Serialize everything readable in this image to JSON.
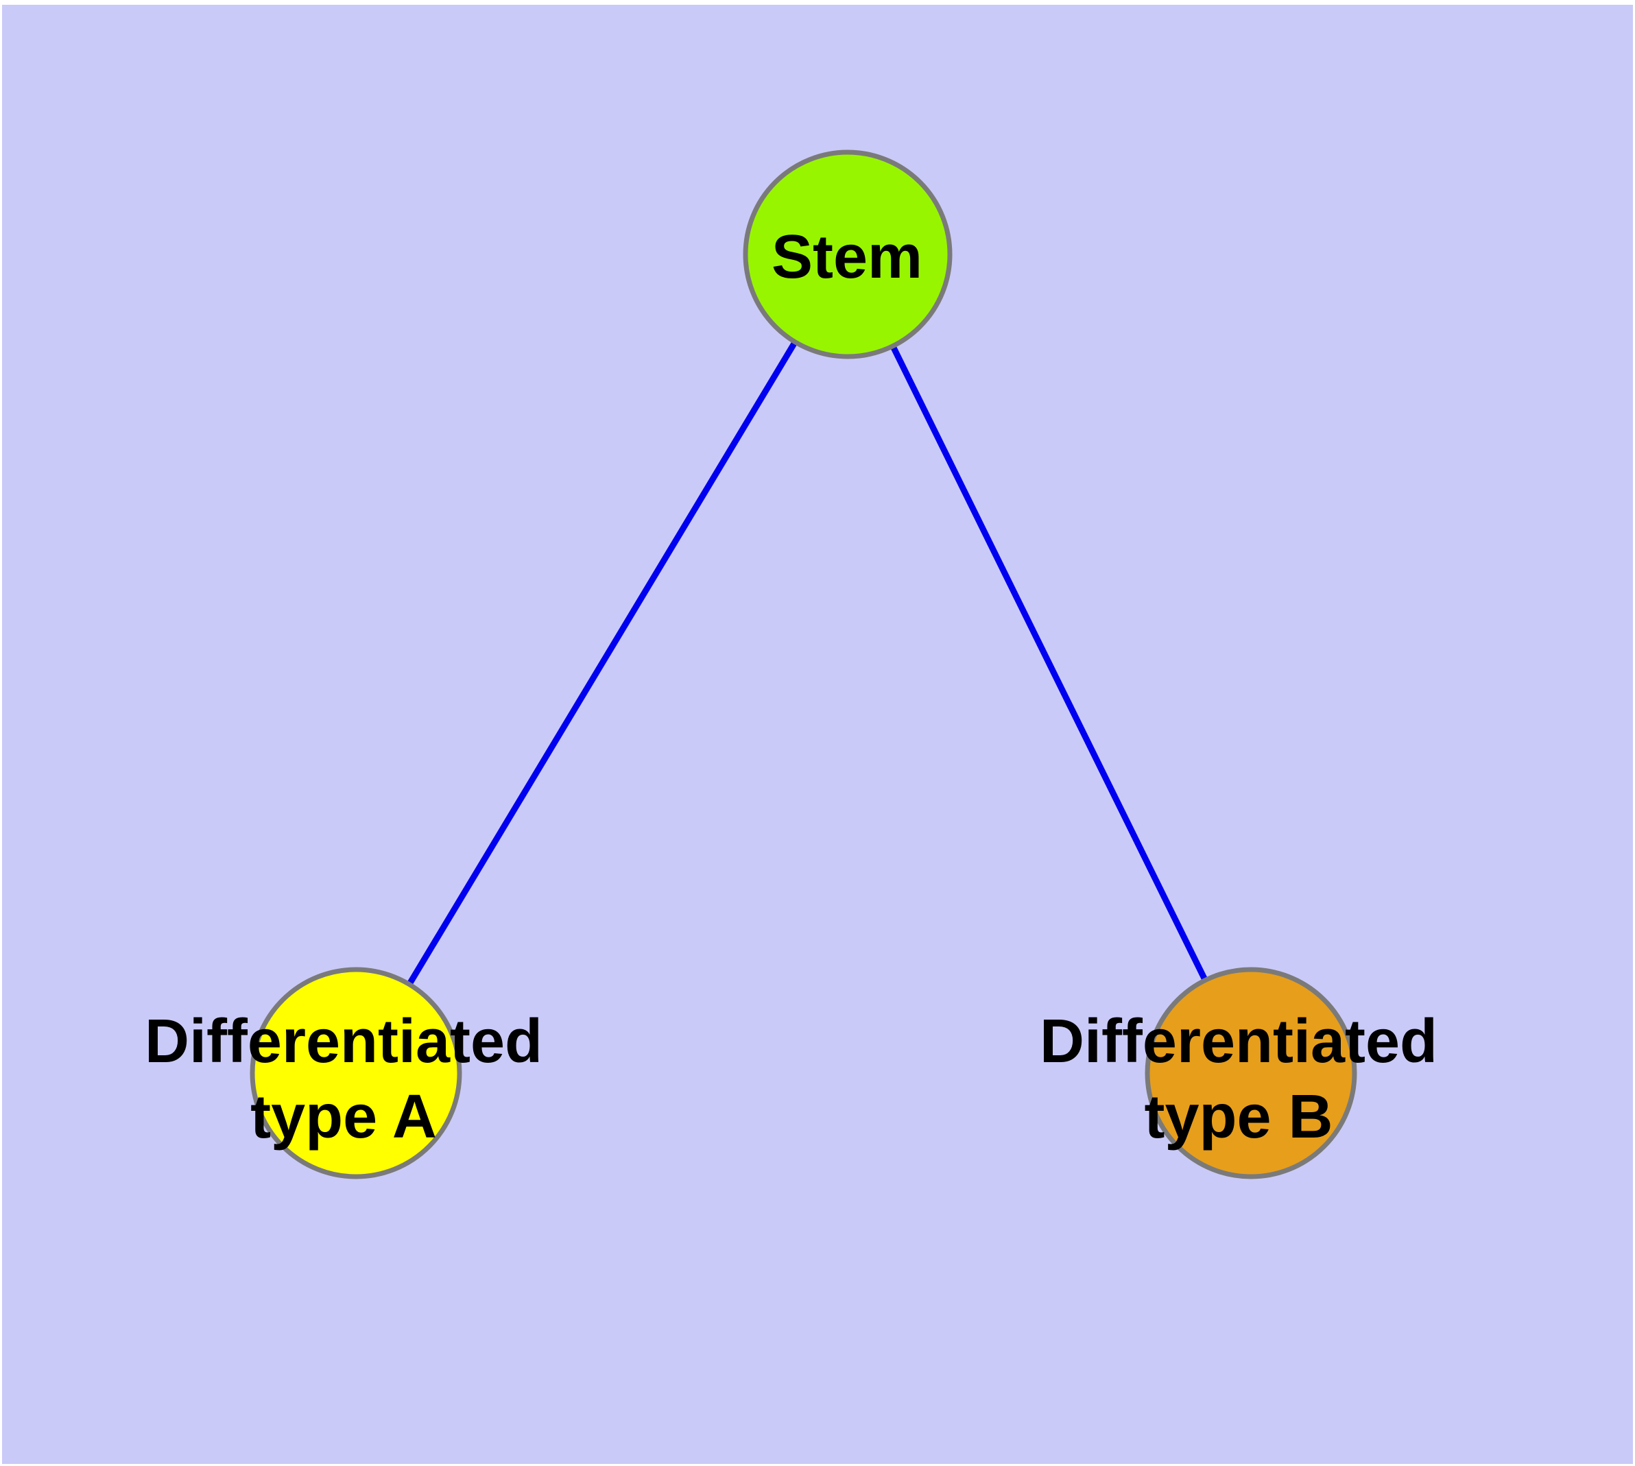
{
  "diagram": {
    "type": "graph",
    "background_color": "#CACAF8",
    "edge_color": "#0000F0",
    "node_border_color": "#7A7A7A",
    "label_color": "#000000",
    "nodes": [
      {
        "id": "stem",
        "label": "Stem",
        "label_line1": "Stem",
        "fill": "#98F500"
      },
      {
        "id": "differentiated-type-a",
        "label": "Differentiated type A",
        "label_line1": "Differentiated",
        "label_line2": "type A",
        "fill": "#FFFF00"
      },
      {
        "id": "differentiated-type-b",
        "label": "Differentiated type B",
        "label_line1": "Differentiated",
        "label_line2": "type B",
        "fill": "#E79E1B"
      }
    ],
    "edges": [
      {
        "from": "Stem",
        "to": "Differentiated type A"
      },
      {
        "from": "Stem",
        "to": "Differentiated type B"
      }
    ]
  }
}
